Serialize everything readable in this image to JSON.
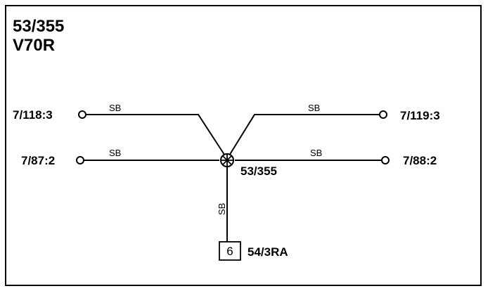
{
  "title": {
    "line1": "53/355",
    "line2": "V70R"
  },
  "splice": {
    "label": "53/355"
  },
  "connectors": {
    "left_top": "7/118:3",
    "left_bottom": "7/87:2",
    "right_top": "7/119:3",
    "right_bottom": "7/88:2"
  },
  "wires": {
    "left_top": "SB",
    "left_bottom": "SB",
    "right_top": "SB",
    "right_bottom": "SB",
    "bottom": "SB"
  },
  "ground_box": {
    "number": "6",
    "label": "54/3RA"
  }
}
